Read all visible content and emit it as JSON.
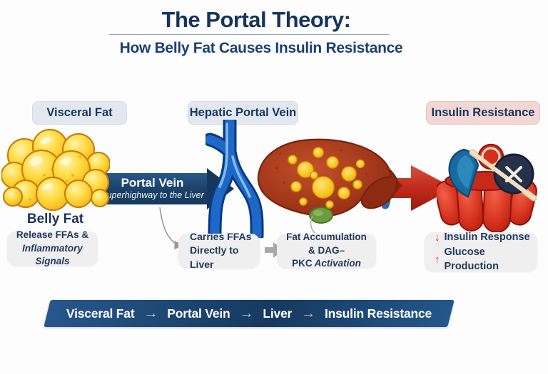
{
  "header": {
    "title": "The Portal Theory:",
    "subtitle": "How Belly Fat Causes Insulin Resistance"
  },
  "section_labels": {
    "left": "Visceral Fat",
    "center": "Hepatic Portal Vein",
    "right": "Insulin Resistance"
  },
  "belly_fat_caption": "Belly Fat",
  "portal_banner": {
    "title": "Portal Vein",
    "subtitle": "Superhighway to the Liver"
  },
  "notes": {
    "release": {
      "line1": "Release FFAs &",
      "line2": "Inflammatory Signals"
    },
    "carries": {
      "line1": "Carries FFAs",
      "line2": "Directly to Liver"
    },
    "fat_acc": {
      "line1": "Fat Accumulation",
      "line2_prefix": "& DAG–PKC",
      "line2_italic": "Activation"
    },
    "outcome": {
      "down_glyph": "↓",
      "down_text": "Insulin Response",
      "up_glyph": "↑",
      "up_text": "Glucose Production"
    }
  },
  "flow_banner": {
    "items": [
      "Visceral Fat",
      "Portal Vein",
      "Liver",
      "Insulin Resistance"
    ],
    "arrow_glyph": "→"
  },
  "illustrations": {
    "fat": "belly-fat-cell-cluster",
    "vein": "hepatic-portal-vein-vessel",
    "liver": "fatty-liver-with-droplets",
    "receptor": "blocked-insulin-receptor"
  },
  "colors": {
    "navy_text": "#17365D",
    "banner_navy": "#1B4068",
    "flow_banner_navy": "#16395F",
    "flow_arrow_blue": "#9CCBEE",
    "flow_arrow_pink": "#F0A8B4",
    "red_accent": "#C42A1E",
    "fat_yellow": "#FFD93E",
    "vein_blue": "#1E69C8",
    "liver_red": "#A83718",
    "label_bg": "#E3E8EF",
    "pink_label_bg": "#F2D7D4",
    "note_bg": "#EFEFEF"
  }
}
